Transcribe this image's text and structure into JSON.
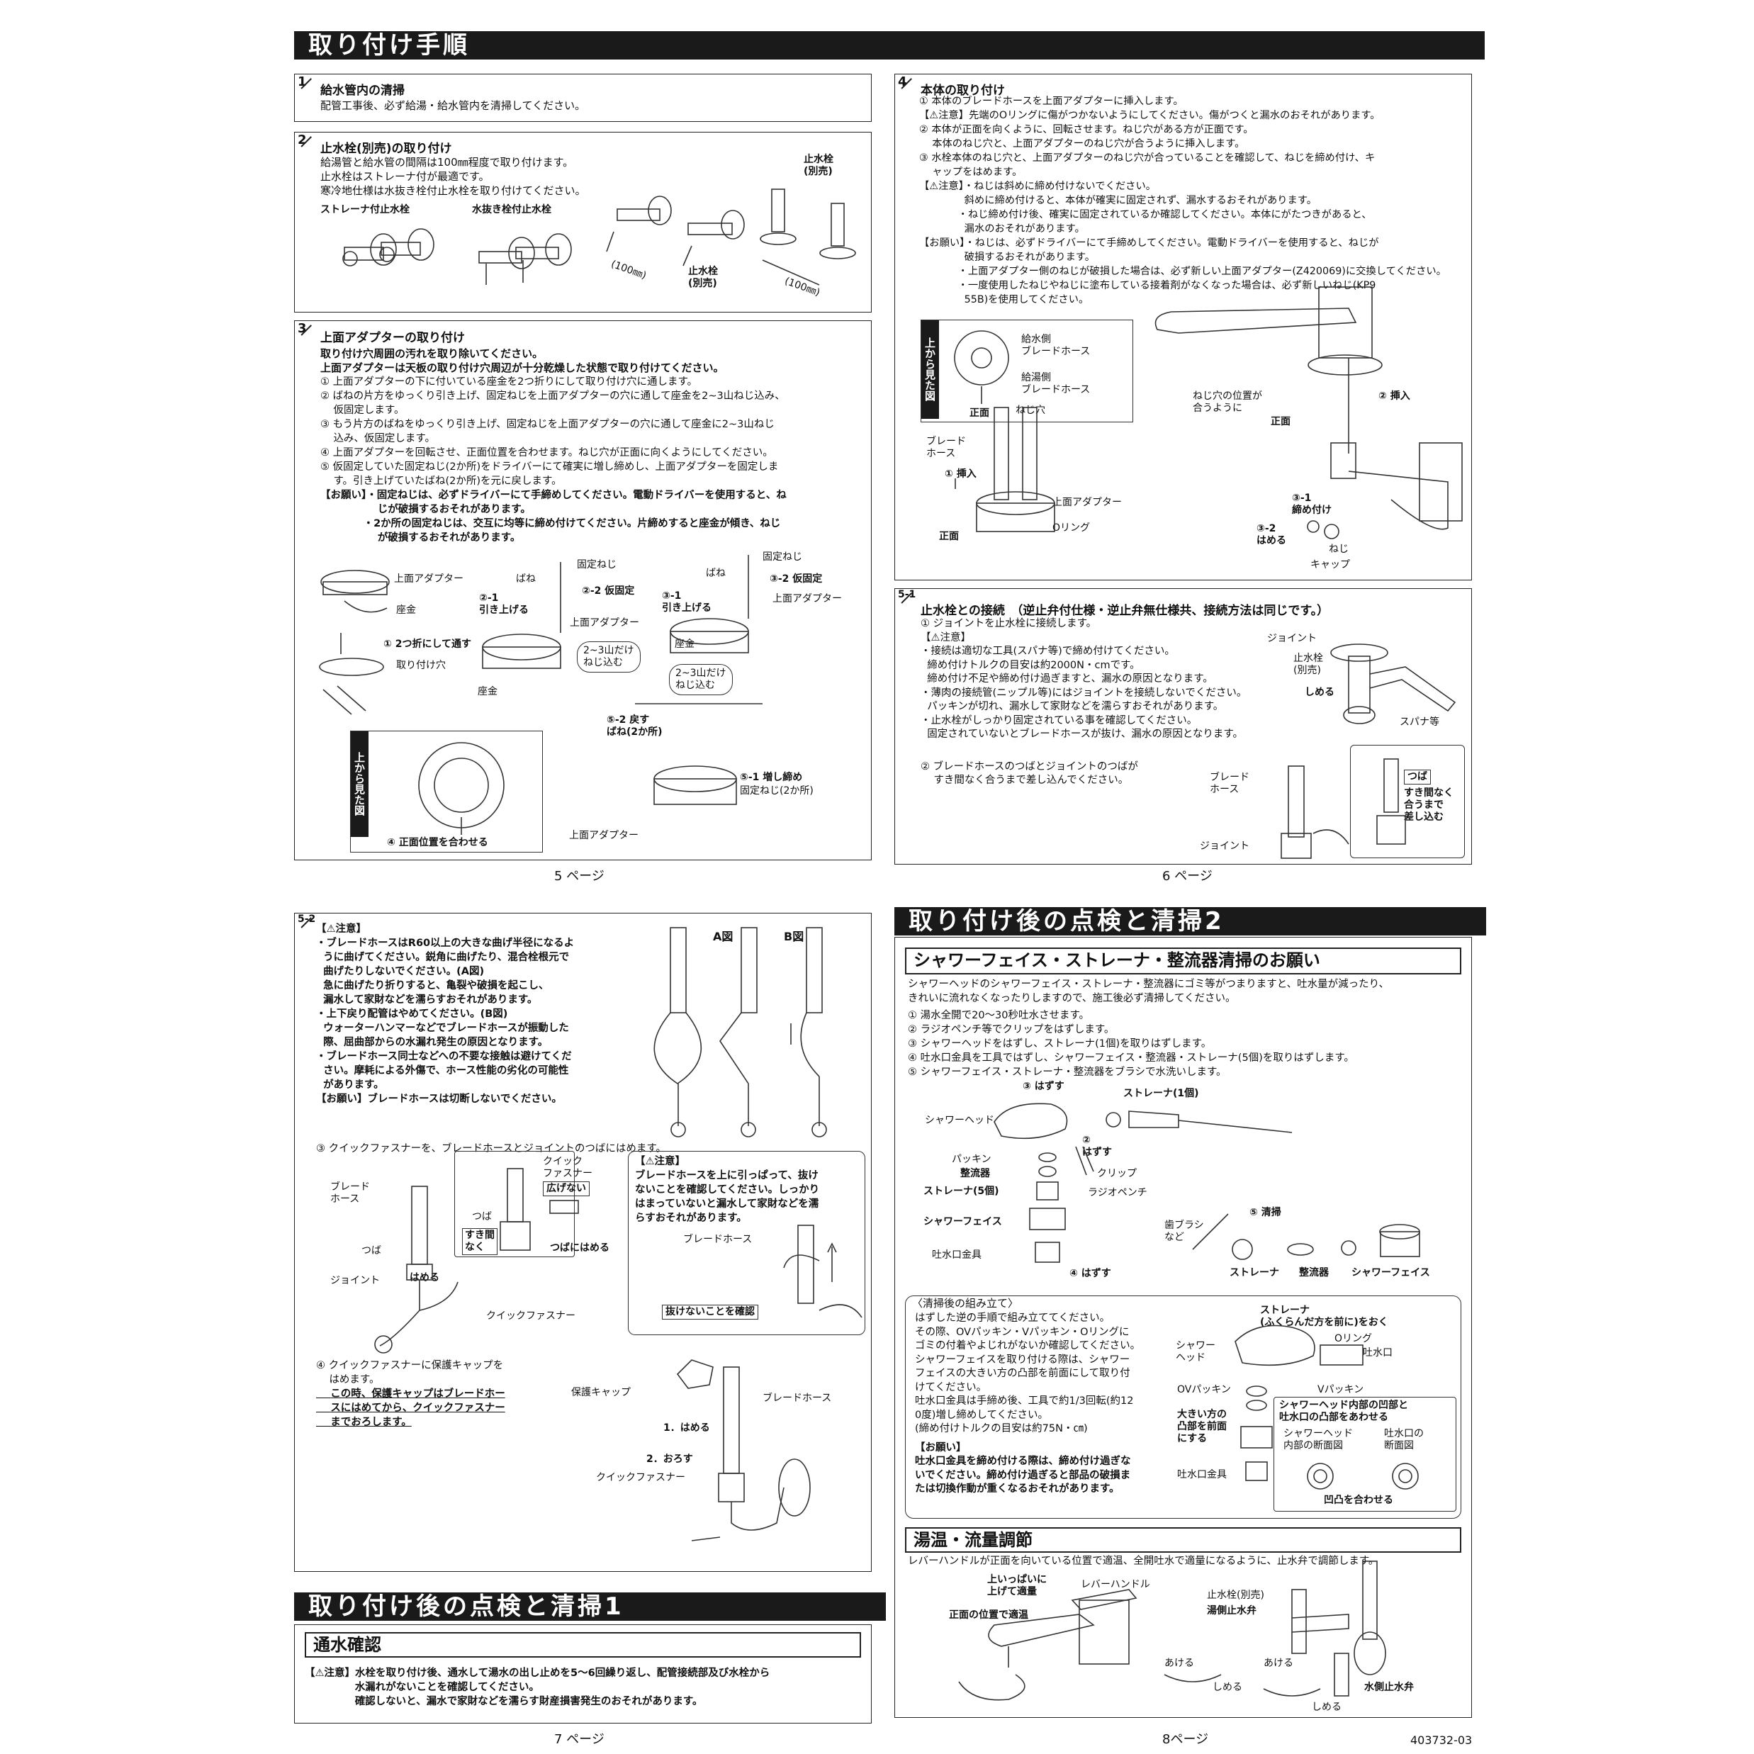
{
  "headers": {
    "install": "取り付け手順",
    "check1": "取り付け後の点検と清掃1",
    "check2": "取り付け後の点検と清掃2"
  },
  "s1": {
    "num": "1",
    "title": "給水管内の清掃",
    "text": "配管工事後、必ず給湯・給水管内を清掃してください。"
  },
  "s2": {
    "num": "2",
    "title": "止水栓(別売)の取り付け",
    "text": "給湯管と給水管の間隔は100㎜程度で取り付けます。\n止水栓はストレーナ付が最適です。\n寒冷地仕様は水抜き栓付止水栓を取り付けてください。",
    "label_strainer": "ストレーナ付止水栓",
    "label_drain": "水抜き栓付止水栓",
    "label_stop1": "止水栓\n(別売)",
    "label_stop2": "止水栓\n(別売)",
    "dim1": "(100㎜)",
    "dim2": "(100㎜)"
  },
  "s3": {
    "num": "3",
    "title": "上面アダプターの取り付け",
    "bold1": "取り付け穴周囲の汚れを取り除いてください。",
    "bold2": "上面アダプターは天板の取り付け穴周辺が十分乾燥した状態で取り付けてください。",
    "steps": "① 上面アダプターの下に付いている座金を2つ折りにして取り付け穴に通します。\n② ばねの片方をゆっくり引き上げ、固定ねじを上面アダプターの穴に通して座金を2~3山ねじ込み、\n    仮固定します。\n③ もう片方のばねをゆっくり引き上げ、固定ねじを上面アダプターの穴に通して座金に2~3山ねじ\n    込み、仮固定します。\n④ 上面アダプターを回転させ、正面位置を合わせます。ねじ穴が正面に向くようにしてください。\n⑤ 仮固定していた固定ねじ(2か所)をドライバーにて確実に増し締めし、上面アダプターを固定しま\n    す。引き上げていたばね(2か所)を元に戻します。",
    "request": "【お願い】・固定ねじは、必ずドライバーにて手締めしてください。電動ドライバーを使用すると、ね\n                じが破損するおそれがあります。\n            ・2か所の固定ねじは、交互に均等に締め付けてください。片締めすると座金が傾き、ねじ\n                が破損するおそれがあります。",
    "l_adapter1": "上面アダプター",
    "l_washer1": "座金",
    "l_fold": "① 2つ折にして通す",
    "l_hole": "取り付け穴",
    "l_screw1": "固定ねじ",
    "l_spring1": "ばね",
    "l_21": "②-1\n引き上げる",
    "l_22": "②-2 仮固定",
    "l_adapter2": "上面アダプター",
    "l_thread1": "2~3山だけ\nねじ込む",
    "l_washer2": "座金",
    "l_screw2": "固定ねじ",
    "l_spring2": "ばね",
    "l_31": "③-1\n引き上げる",
    "l_32": "③-2 仮固定",
    "l_adapter3": "上面アダプター",
    "l_washer3": "座金",
    "l_thread2": "2~3山だけ\nねじ込む",
    "l_52": "⑤-2 戻す\nばね(2か所)",
    "l_51": "⑤-1 増し締め",
    "l_fixed": "固定ねじ(2か所)",
    "l_adapter4": "上面アダプター",
    "topview": "上から見た図",
    "l_align": "④ 正面位置を合わせる"
  },
  "s4": {
    "num": "4",
    "title": "本体の取り付け",
    "body": "① 本体のブレードホースを上面アダプターに挿入します。\n【⚠注意】先端のOリングに傷がつかないようにしてください。傷がつくと漏水のおそれがあります。\n② 本体が正面を向くように、回転させます。ねじ穴がある方が正面です。\n    本体のねじ穴と、上面アダプターのねじ穴が合うように挿入します。\n③ 水栓本体のねじ穴と、上面アダプターのねじ穴が合っていることを確認して、ねじを締め付け、キ\n    ャップをはめます。\n【⚠注意】・ねじは斜めに締め付けないでください。\n              斜めに締め付けると、本体が確実に固定されず、漏水するおそれがあります。\n            ・ねじ締め付け後、確実に固定されているか確認してください。本体にがたつきがあると、\n              漏水のおそれがあります。\n【お願い】・ねじは、必ずドライバーにて手締めしてください。電動ドライバーを使用すると、ねじが\n              破損するおそれがあります。\n            ・上面アダプター側のねじが破損した場合は、必ず新しい上面アダプター(Z420069)に交換してください。\n            ・一度使用したねじやねじに塗布している接着剤がなくなった場合は、必ず新しいねじ(KP9\n              55B)を使用してください。",
    "topview": "上から見た図",
    "l_supply": "給水側\nブレードホース",
    "l_hot": "給湯側\nブレードホース",
    "l_front1": "正面",
    "l_screwhole": "ねじ穴",
    "l_align": "ねじ穴の位置が\n合うように",
    "l_insert2": "② 挿入",
    "l_front2": "正面",
    "l_blade": "ブレード\nホース",
    "l_insert1": "① 挿入",
    "l_adapter": "上面アダプター",
    "l_oring": "Oリング",
    "l_front3": "正面",
    "l_31": "③-1\n締め付け",
    "l_32": "③-2\nはめる",
    "l_screw": "ねじ",
    "l_cap": "キャップ"
  },
  "s51": {
    "num": "5-1",
    "title": "止水栓との接続　（逆止弁付仕様・逆止弁無仕様共、接続方法は同じです。）",
    "body": "① ジョイントを止水栓に接続します。\n【⚠注意】\n・接続は適切な工具(スパナ等)で締め付けてください。\n  締め付けトルクの目安は約2000N・cmです。\n  締め付け不足や締め付け過ぎますと、漏水の原因となります。\n・薄肉の接続管(ニップル等)にはジョイントを接続しないでください。\n  パッキンが切れ、漏水して家財などを濡らすおそれがあります。\n・止水栓がしっかり固定されている事を確認してください。\n  固定されていないとブレードホースが抜け、漏水の原因となります。",
    "step2": "② ブレードホースのつばとジョイントのつばが\n    すき間なく合うまで差し込んでください。",
    "l_joint1": "ジョイント",
    "l_stop": "止水栓\n(別売)",
    "l_tighten": "しめる",
    "l_spanner": "スパナ等",
    "l_blade": "ブレード\nホース",
    "l_joint2": "ジョイント",
    "l_tsuba": "つば",
    "l_nogap": "すき間なく\n合うまで\n差し込む"
  },
  "pages": {
    "p5": "5 ページ",
    "p6": "6 ページ",
    "p7": "7 ページ",
    "p8": "8ページ",
    "code": "403732-03"
  },
  "s52": {
    "num": "5-2",
    "caution": "【⚠注意】\n・ブレードホースはR60以上の大きな曲げ半径になるよ\n  うに曲げてください。鋭角に曲げたり、混合栓根元で\n  曲げたりしないでください。(A図)\n  急に曲げたり折りすると、亀裂や破損を起こし、\n  漏水して家財などを濡らすおそれがあります。\n・上下戻り配管はやめてください。(B図)\n  ウォーターハンマーなどでブレードホースが振動した\n  際、屈曲部からの水漏れ発生の原因となります。\n・ブレードホース同士などへの不要な接触は避けてくだ\n  さい。摩耗による外傷で、ホース性能の劣化の可能性\n  があります。\n【お願い】ブレードホースは切断しないでください。",
    "figA": "A図",
    "figB": "B図",
    "step3": "③ クイックファスナーを、ブレードホースとジョイントのつばにはめます。",
    "l_blade": "ブレード\nホース",
    "l_tsuba1": "つば",
    "l_joint": "ジョイント",
    "l_hameru": "はめる",
    "l_quick1": "クイックファスナー",
    "l_quick2": "クイック\nファスナー",
    "l_wide": "広げない",
    "l_tsuba2": "つば",
    "l_nogap": "すき間\nなく",
    "l_tsubaHameru": "つばにはめる",
    "caution2": "【⚠注意】\nブレードホースを上に引っぱって、抜け\nないことを確認してください。しっかり\nはまっていないと漏水して家財などを濡\nらすおそれがあります。",
    "l_blade2": "ブレードホース",
    "l_confirm": "抜けないことを確認",
    "step4a": "④ クイックファスナーに保護キャップを\n    はめます。",
    "step4b": "    この時、保護キャップはブレードホー\n    スにはめてから、クイックファスナー\n    までおろします。",
    "l_cap": "保護キャップ",
    "l_blade3": "ブレードホース",
    "l_1": "1．はめる",
    "l_2": "2．おろす",
    "l_quick3": "クイックファスナー"
  },
  "check1": {
    "sub": "通水確認",
    "text": "【⚠注意】水栓を取り付け後、通水して湯水の出し止めを5～6回繰り返し、配管接続部及び水栓から\n              水漏れがないことを確認してください。\n              確認しないと、漏水で家財などを濡らす財産損害発生のおそれがあります。"
  },
  "check2": {
    "sub1": "シャワーフェイス・ストレーナ・整流器清掃のお願い",
    "intro": "シャワーヘッドのシャワーフェイス・ストレーナ・整流器にゴミ等がつまりますと、吐水量が減ったり、\nきれいに流れなくなったりしますので、施工後必ず清掃してください。",
    "steps": "① 湯水全開で20～30秒吐水させます。\n② ラジオペンチ等でクリップをはずします。\n③ シャワーヘッドをはずし、ストレーナ(1個)を取りはずします。\n④ 吐水口金具を工具ではずし、シャワーフェイス・整流器・ストレーナ(5個)を取りはずします。\n⑤ シャワーフェイス・ストレーナ・整流器をブラシで水洗いします。",
    "l_3": "③ はずす",
    "l_strainer1": "ストレーナ(1個)",
    "l_head": "シャワーヘッド",
    "l_2": "②\nはずす",
    "l_packing": "パッキン",
    "l_rect": "整流器",
    "l_clip": "クリップ",
    "l_strainer5": "ストレーナ(5個)",
    "l_pliers": "ラジオペンチ",
    "l_face": "シャワーフェイス",
    "l_brush": "歯ブラシ\nなど",
    "l_5": "⑤ 清掃",
    "l_spout": "吐水口金具",
    "l_4": "④ はずす",
    "l_c_strainer": "ストレーナ",
    "l_c_rect": "整流器",
    "l_c_face": "シャワーフェイス",
    "assemble_title": "〈清掃後の組み立て〉",
    "assemble": "はずした逆の手順で組み立ててください。\nその際、OVパッキン・Vパッキン・Oリングに\nゴミの付着やよじれがないか確認してください。\nシャワーフェイスを取り付ける際は、シャワー\nフェイスの大きい方の凸部を前面にして取り付\nけてください。\n吐水口金具は手締め後、工具で約1/3回転(約12\n0度)増し締めしてください。\n(締め付けトルクの目安は約75N・㎝)",
    "assemble_req_title": "【お願い】",
    "assemble_req": "吐水口金具を締め付ける際は、締め付け過ぎな\nいでください。締め付け過ぎると部品の破損ま\nたは切換作動が重くなるおそれがあります。",
    "l_strainer_front": "ストレーナ\n(ふくらんだ方を前に)をおく",
    "l_oring": "Oリング",
    "l_spoutport": "吐水口",
    "l_showerhead": "シャワー\nヘッド",
    "l_ov": "OVパッキン",
    "l_v": "Vパッキン",
    "l_bigfront": "大きい方の\n凸部を前面\nにする",
    "l_spout2": "吐水口金具",
    "l_inner": "シャワーヘッド内部の凹部と\n吐水口の凸部をあわせる",
    "l_sec1": "シャワーヘッド\n内部の断面図",
    "l_sec2": "吐水口の\n断面図",
    "l_match": "凹凸を合わせる",
    "sub2": "湯温・流量調節",
    "flow_text": "レバーハンドルが正面を向いている位置で適温、全開吐水で適量になるように、止水弁で調節します。",
    "l_up": "上いっぱいに\n上げて適量",
    "l_lever": "レバーハンドル",
    "l_front": "正面の位置で適温",
    "l_stop": "止水栓(別売)",
    "l_hotvalve": "湯側止水弁",
    "l_open1": "あける",
    "l_close1": "しめる",
    "l_open2": "あける",
    "l_close2": "しめる",
    "l_coldvalve": "水側止水弁"
  }
}
